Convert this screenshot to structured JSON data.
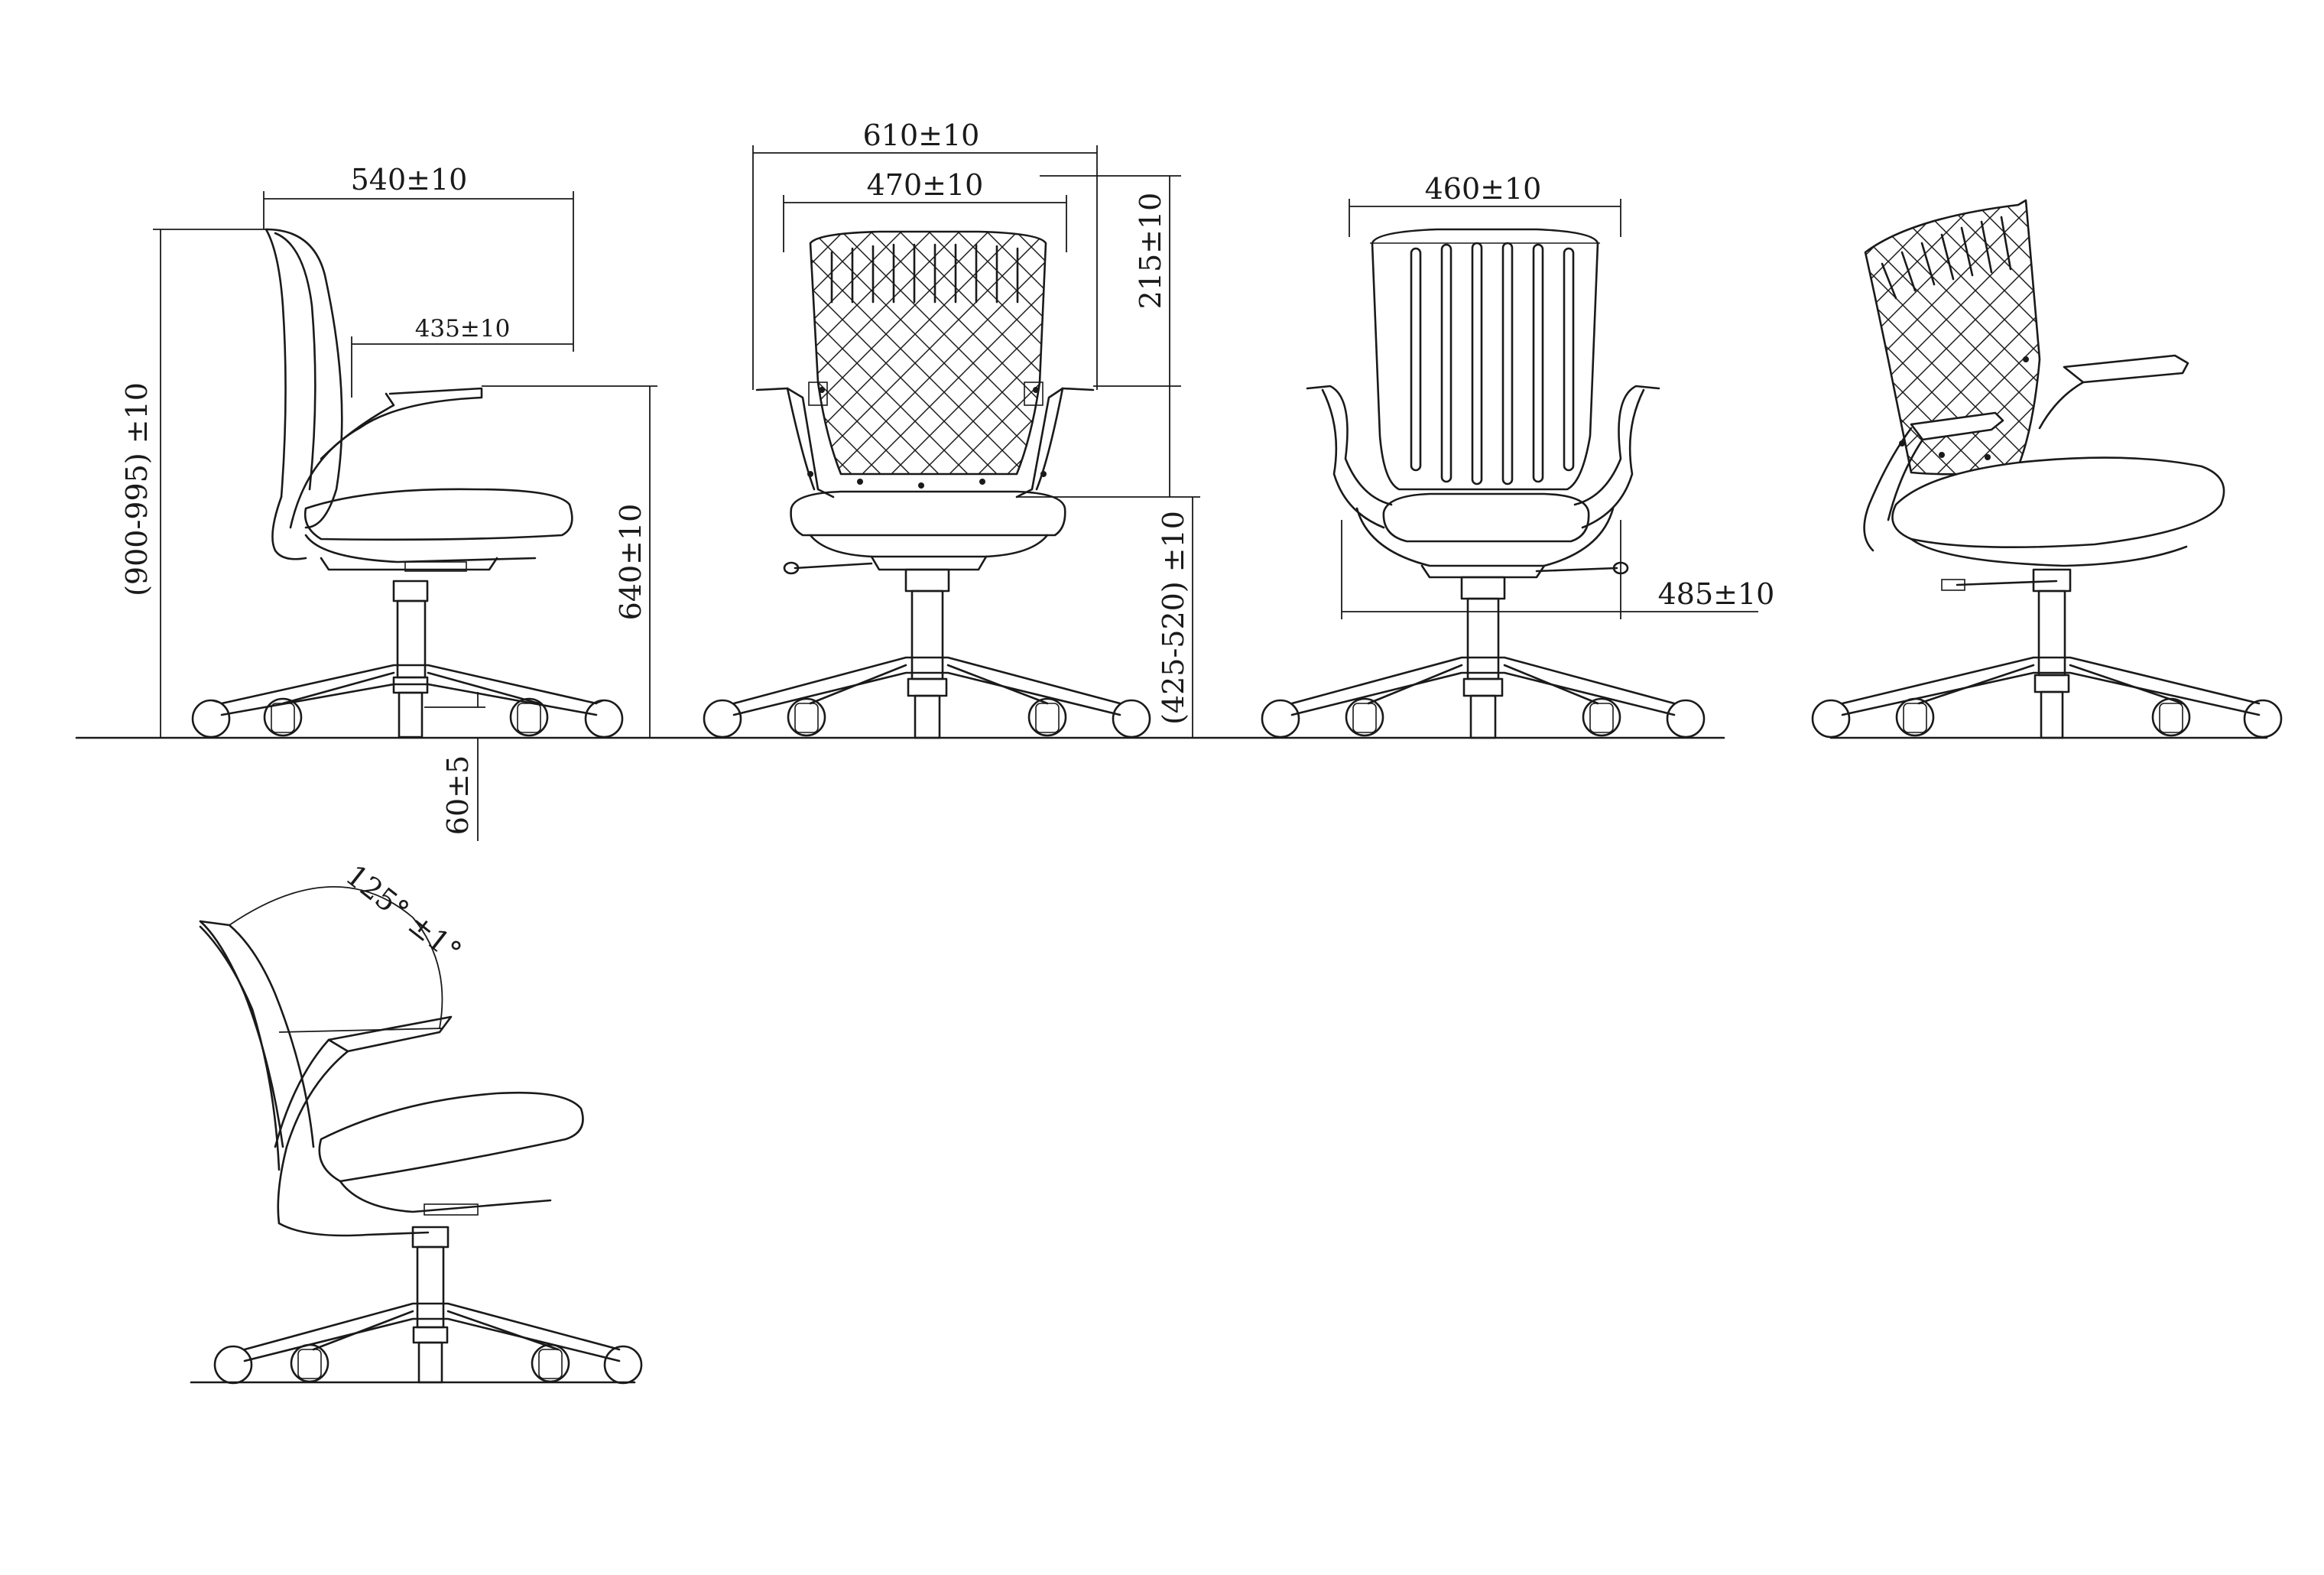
{
  "dimensions": {
    "depth_overall": "540±10",
    "seat_depth": "435±10",
    "height_overall": "(900-995) ±10",
    "arm_height": "640±10",
    "base_clearance": "60±5",
    "width_overall": "610±10",
    "back_width": "470±10",
    "back_height": "215±10",
    "seat_height": "(425-520) ±10",
    "seat_width": "460±10",
    "base_width": "485±10",
    "recline_angle": "125° ±1°"
  },
  "colors": {
    "line": "#1a1a1a",
    "background": "#ffffff"
  }
}
